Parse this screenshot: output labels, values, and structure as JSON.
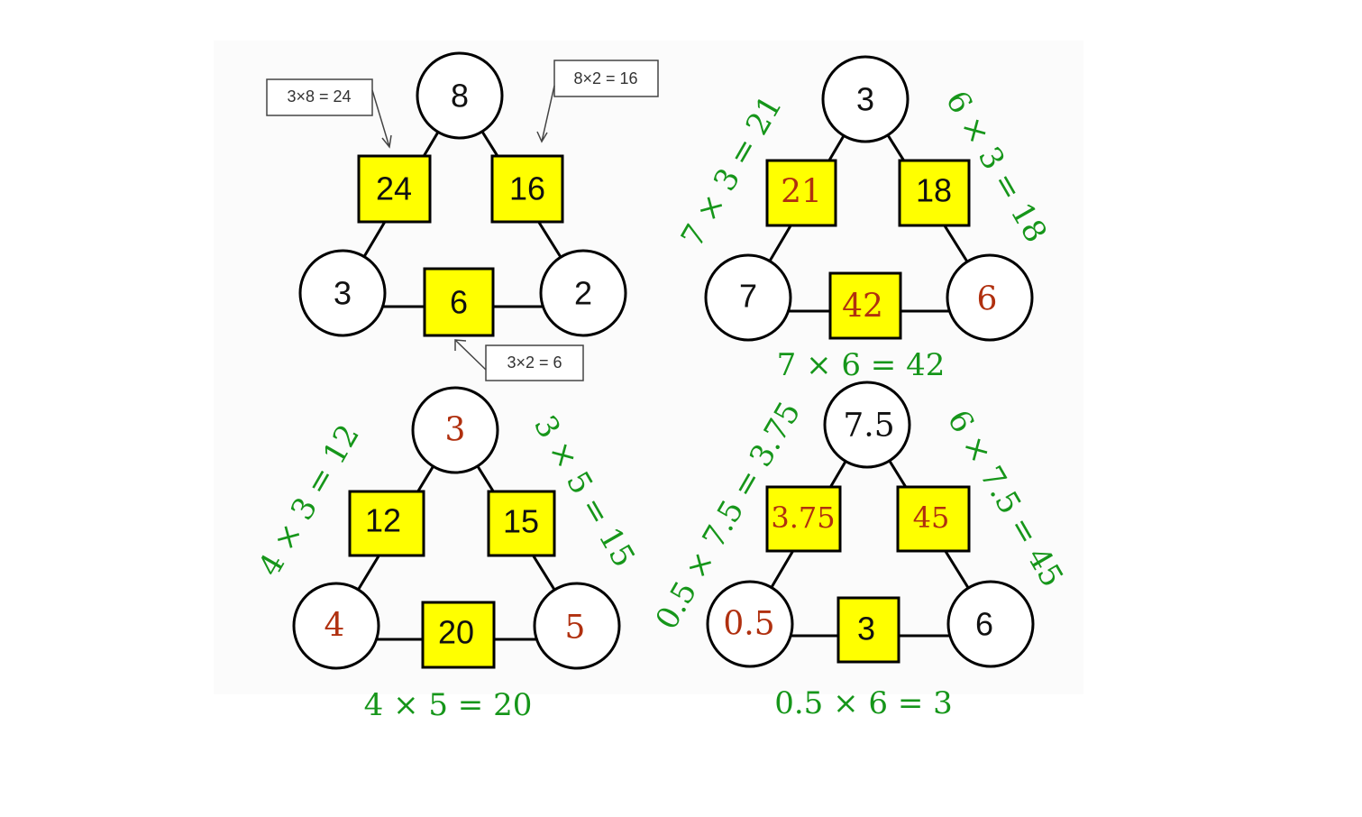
{
  "colors": {
    "box_fill": "#ffff00",
    "equation_green": "#16961a",
    "answer_red": "#b0300f"
  },
  "puzzles": [
    {
      "corners": {
        "top": "8",
        "left": "3",
        "right": "2"
      },
      "products": {
        "left": "24",
        "right": "16",
        "bottom": "6"
      },
      "notes": {
        "left": "3×8 = 24",
        "right": "8×2 = 16",
        "bottom": "3×2 = 6"
      }
    },
    {
      "corners": {
        "top": "3",
        "left": "7",
        "right": "6"
      },
      "products": {
        "left": "21",
        "right": "18",
        "bottom": "42"
      },
      "equations": {
        "left": "7 × 3 = 21",
        "right": "6 × 3 = 18",
        "bottom": "7 × 6 = 42"
      }
    },
    {
      "corners": {
        "top": "3",
        "left": "4",
        "right": "5"
      },
      "products": {
        "left": "12",
        "right": "15",
        "bottom": "20"
      },
      "equations": {
        "left": "4 × 3 = 12",
        "right": "3 × 5 = 15",
        "bottom": "4 × 5 = 20"
      }
    },
    {
      "corners": {
        "top": "7.5",
        "left": "0.5",
        "right": "6"
      },
      "products": {
        "left": "3.75",
        "right": "45",
        "bottom": "3"
      },
      "equations": {
        "left": "0.5 × 7.5 = 3.75",
        "right": "6 × 7.5 = 45",
        "bottom": "0.5 × 6 = 3"
      }
    }
  ]
}
